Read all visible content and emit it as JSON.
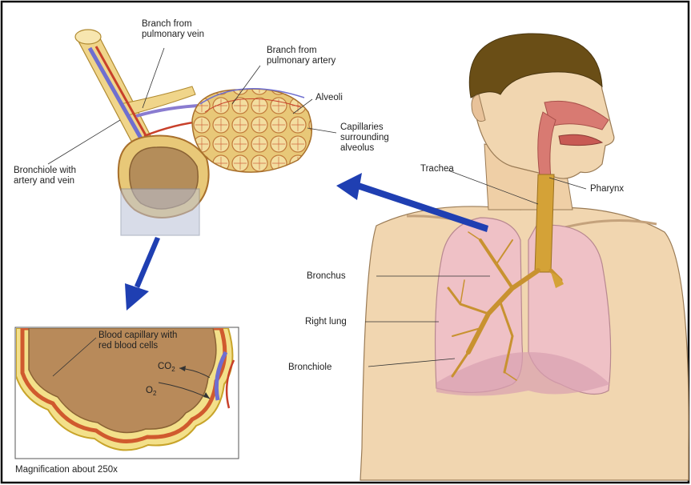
{
  "colors": {
    "frame": "#111111",
    "skin": "#f1d6b0",
    "hair": "#6a4e16",
    "lung_pink": "#efc1c6",
    "airway_tan": "#d4a237",
    "alveoli_tan": "#e8c878",
    "vein_blue": "#6f6fd0",
    "artery_red": "#c8402a",
    "arrow_blue": "#1f3fb2",
    "magnification_box": "#b9c1d6"
  },
  "labels": {
    "branch_vein": "Branch from\npulmonary vein",
    "branch_artery": "Branch from\npulmonary artery",
    "alveoli": "Alveoli",
    "capillaries": "Capillaries\nsurrounding\nalveolus",
    "bronchiole_artery_vein": "Bronchiole with\nartery and vein",
    "trachea": "Trachea",
    "pharynx": "Pharynx",
    "bronchus": "Bronchus",
    "right_lung": "Right lung",
    "bronchiole": "Bronchiole",
    "blood_capillary": "Blood capillary with\nred blood cells",
    "co2_main": "CO",
    "co2_sub": "2",
    "o2_main": "O",
    "o2_sub": "2",
    "magnification": "Magnification about 250x"
  }
}
